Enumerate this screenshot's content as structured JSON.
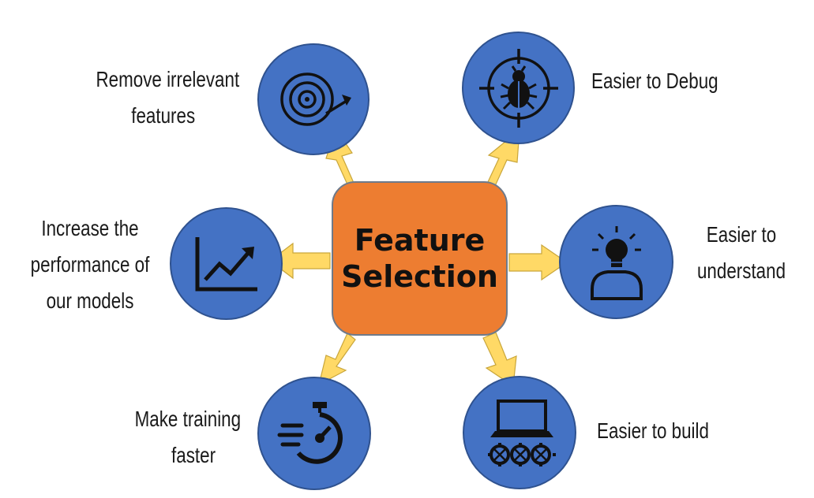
{
  "center": {
    "line1": "Feature",
    "line2": "Selection"
  },
  "nodes": {
    "remove_features": {
      "icon": "target-icon",
      "line1": "Remove irrelevant",
      "line2": "features"
    },
    "debug": {
      "icon": "bug-crosshair-icon",
      "line1": "Easier to Debug"
    },
    "performance": {
      "icon": "trend-chart-icon",
      "line1": "Increase the",
      "line2": "performance of",
      "line3": "our models"
    },
    "understand": {
      "icon": "lightbulb-person-icon",
      "line1": "Easier to",
      "line2": "understand"
    },
    "training": {
      "icon": "stopwatch-icon",
      "line1": "Make training",
      "line2": "faster"
    },
    "build": {
      "icon": "laptop-gears-icon",
      "line1": "Easier to build"
    }
  },
  "colors": {
    "hub": "#ED7D31",
    "node": "#4472C4",
    "arrow": "#FFD966",
    "arrow_edge": "#C9A63A",
    "icon": "#111111"
  }
}
